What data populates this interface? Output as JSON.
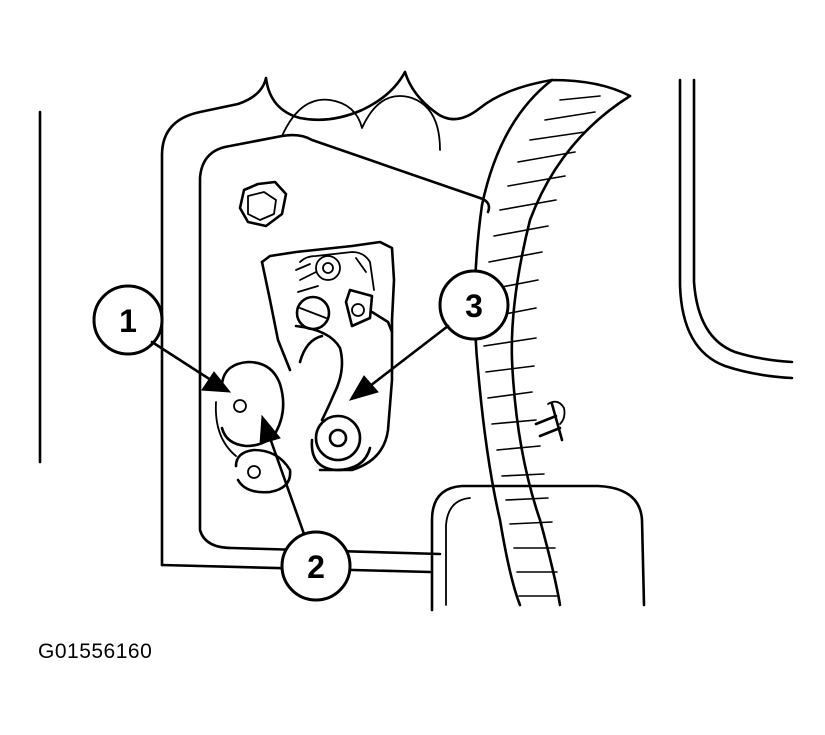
{
  "figure_id": "G01556160",
  "callouts": [
    {
      "label": "1"
    },
    {
      "label": "2"
    },
    {
      "label": "3"
    }
  ],
  "colors": {
    "line": "#000000",
    "background": "#ffffff"
  }
}
